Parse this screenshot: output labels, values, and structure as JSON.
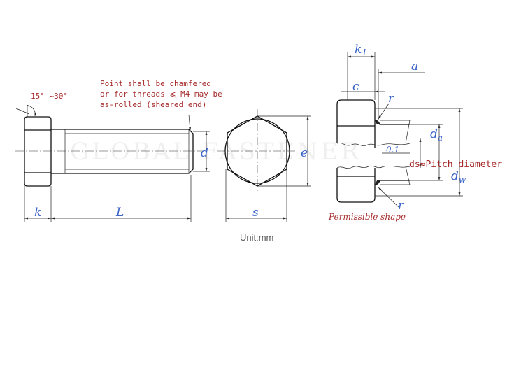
{
  "note": {
    "lines": [
      "Point shall be chamfered",
      "or for threads ⩽ M4 may be",
      "as-rolled (sheared end)"
    ]
  },
  "angle_label": "15° ~30°",
  "labels": {
    "k": "k",
    "L": "L",
    "d": "d",
    "e": "e",
    "s": "s",
    "k1_base": "k",
    "k1_sub": "1",
    "a": "a",
    "c": "c",
    "r_top": "r",
    "r_bottom": "r",
    "da_base": "d",
    "da_sub": "a",
    "dw_base": "d",
    "dw_sub": "w",
    "point_one": "0.1"
  },
  "pitch_note": "ds≈Pitch diameter",
  "permissible_shape": "Permissible shape",
  "watermark": "GLOBAL FASTENER",
  "unit_label": "Unit:mm",
  "colors": {
    "dimension_label": "#3a64c8",
    "note_text": "#a52a2a"
  }
}
